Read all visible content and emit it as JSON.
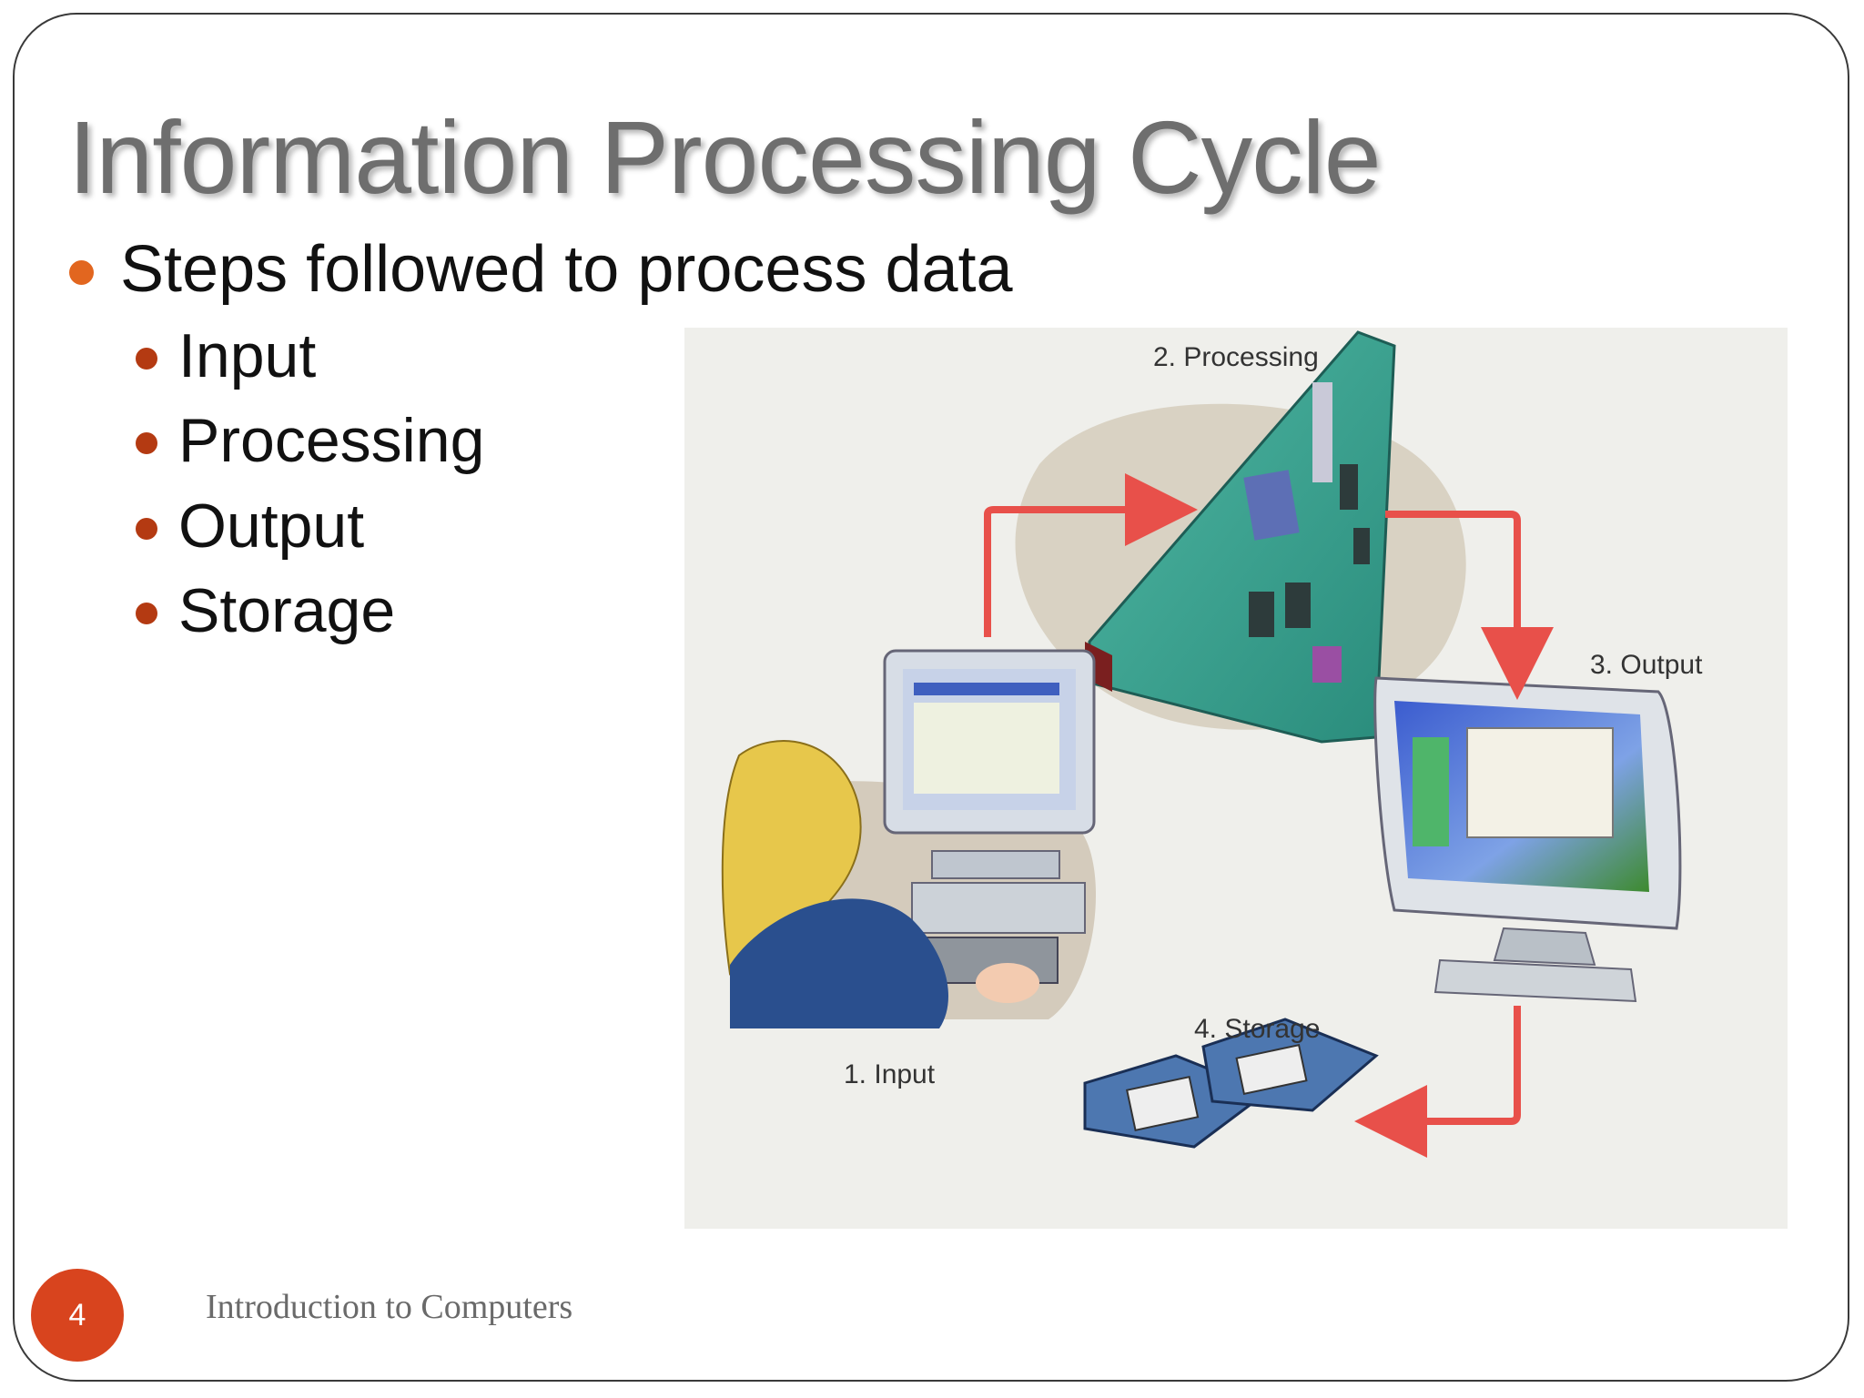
{
  "slide": {
    "title": "Information Processing Cycle",
    "bullet": "Steps followed to process data",
    "sub_bullets": [
      "Input",
      "Processing",
      "Output",
      "Storage"
    ],
    "page_number": "4",
    "footer": "Introduction to Computers"
  },
  "figure": {
    "labels": {
      "input": "1. Input",
      "processing": "2. Processing",
      "output": "3. Output",
      "storage": "4. Storage"
    }
  },
  "colors": {
    "title": "#6e6e6e",
    "accent_orange": "#e2661f",
    "sub_bullet": "#b43a12",
    "page_badge": "#d8441e",
    "arrow_red": "#e8504a"
  }
}
